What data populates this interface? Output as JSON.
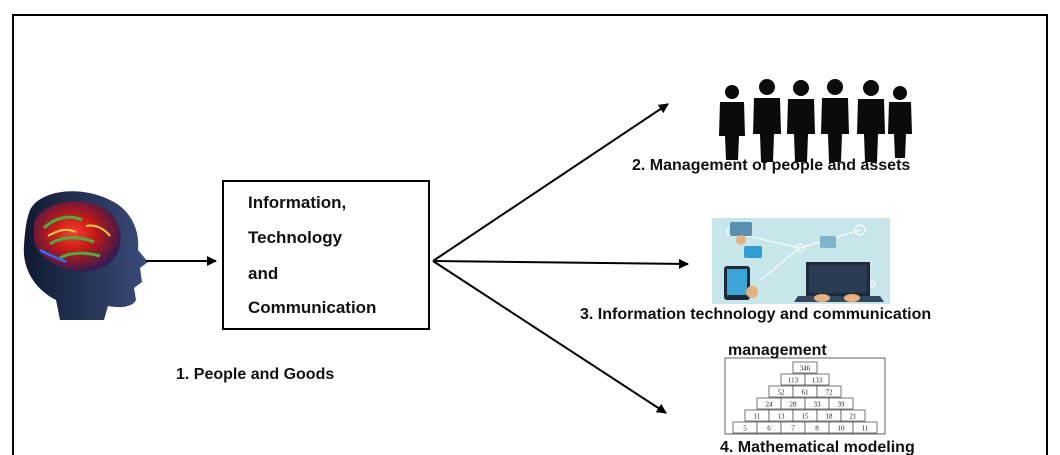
{
  "ict_box": {
    "line1": "Information,",
    "line2": "Technology",
    "line3": "and",
    "line4": "Communication"
  },
  "labels": {
    "people_goods": "1. People and Goods",
    "management": "2. Management of people and assets",
    "it_management_line1": "3. Information technology and communication",
    "it_management_line2": "management",
    "math": "4. Mathematical modeling"
  },
  "pyramid_rows": [
    [
      "346"
    ],
    [
      "113",
      "133"
    ],
    [
      "52",
      "61",
      "72"
    ],
    [
      "24",
      "28",
      "33",
      "39"
    ],
    [
      "11",
      "13",
      "15",
      "18",
      "21"
    ],
    [
      "5",
      "6",
      "7",
      "8",
      "10",
      "11"
    ]
  ],
  "icons": {
    "head": "brain-head-icon",
    "people": "businesspeople-silhouettes-icon",
    "devices": "devices-network-icon",
    "pyramid": "number-pyramid-icon"
  }
}
